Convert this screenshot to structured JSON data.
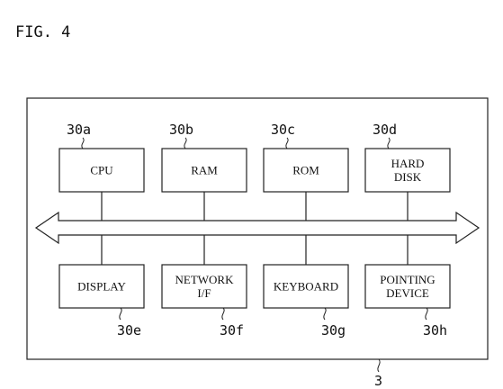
{
  "figure": {
    "label": "FIG. 4",
    "system_ref": "3"
  },
  "blocks": [
    {
      "id": "cpu",
      "ref": "30a",
      "lines": [
        "CPU"
      ]
    },
    {
      "id": "ram",
      "ref": "30b",
      "lines": [
        "RAM"
      ]
    },
    {
      "id": "rom",
      "ref": "30c",
      "lines": [
        "ROM"
      ]
    },
    {
      "id": "hard-disk",
      "ref": "30d",
      "lines": [
        "HARD",
        "DISK"
      ]
    },
    {
      "id": "display",
      "ref": "30e",
      "lines": [
        "DISPLAY"
      ]
    },
    {
      "id": "network-if",
      "ref": "30f",
      "lines": [
        "NETWORK",
        "I/F"
      ]
    },
    {
      "id": "keyboard",
      "ref": "30g",
      "lines": [
        "KEYBOARD"
      ]
    },
    {
      "id": "pointing-device",
      "ref": "30h",
      "lines": [
        "POINTING",
        "DEVICE"
      ]
    }
  ]
}
